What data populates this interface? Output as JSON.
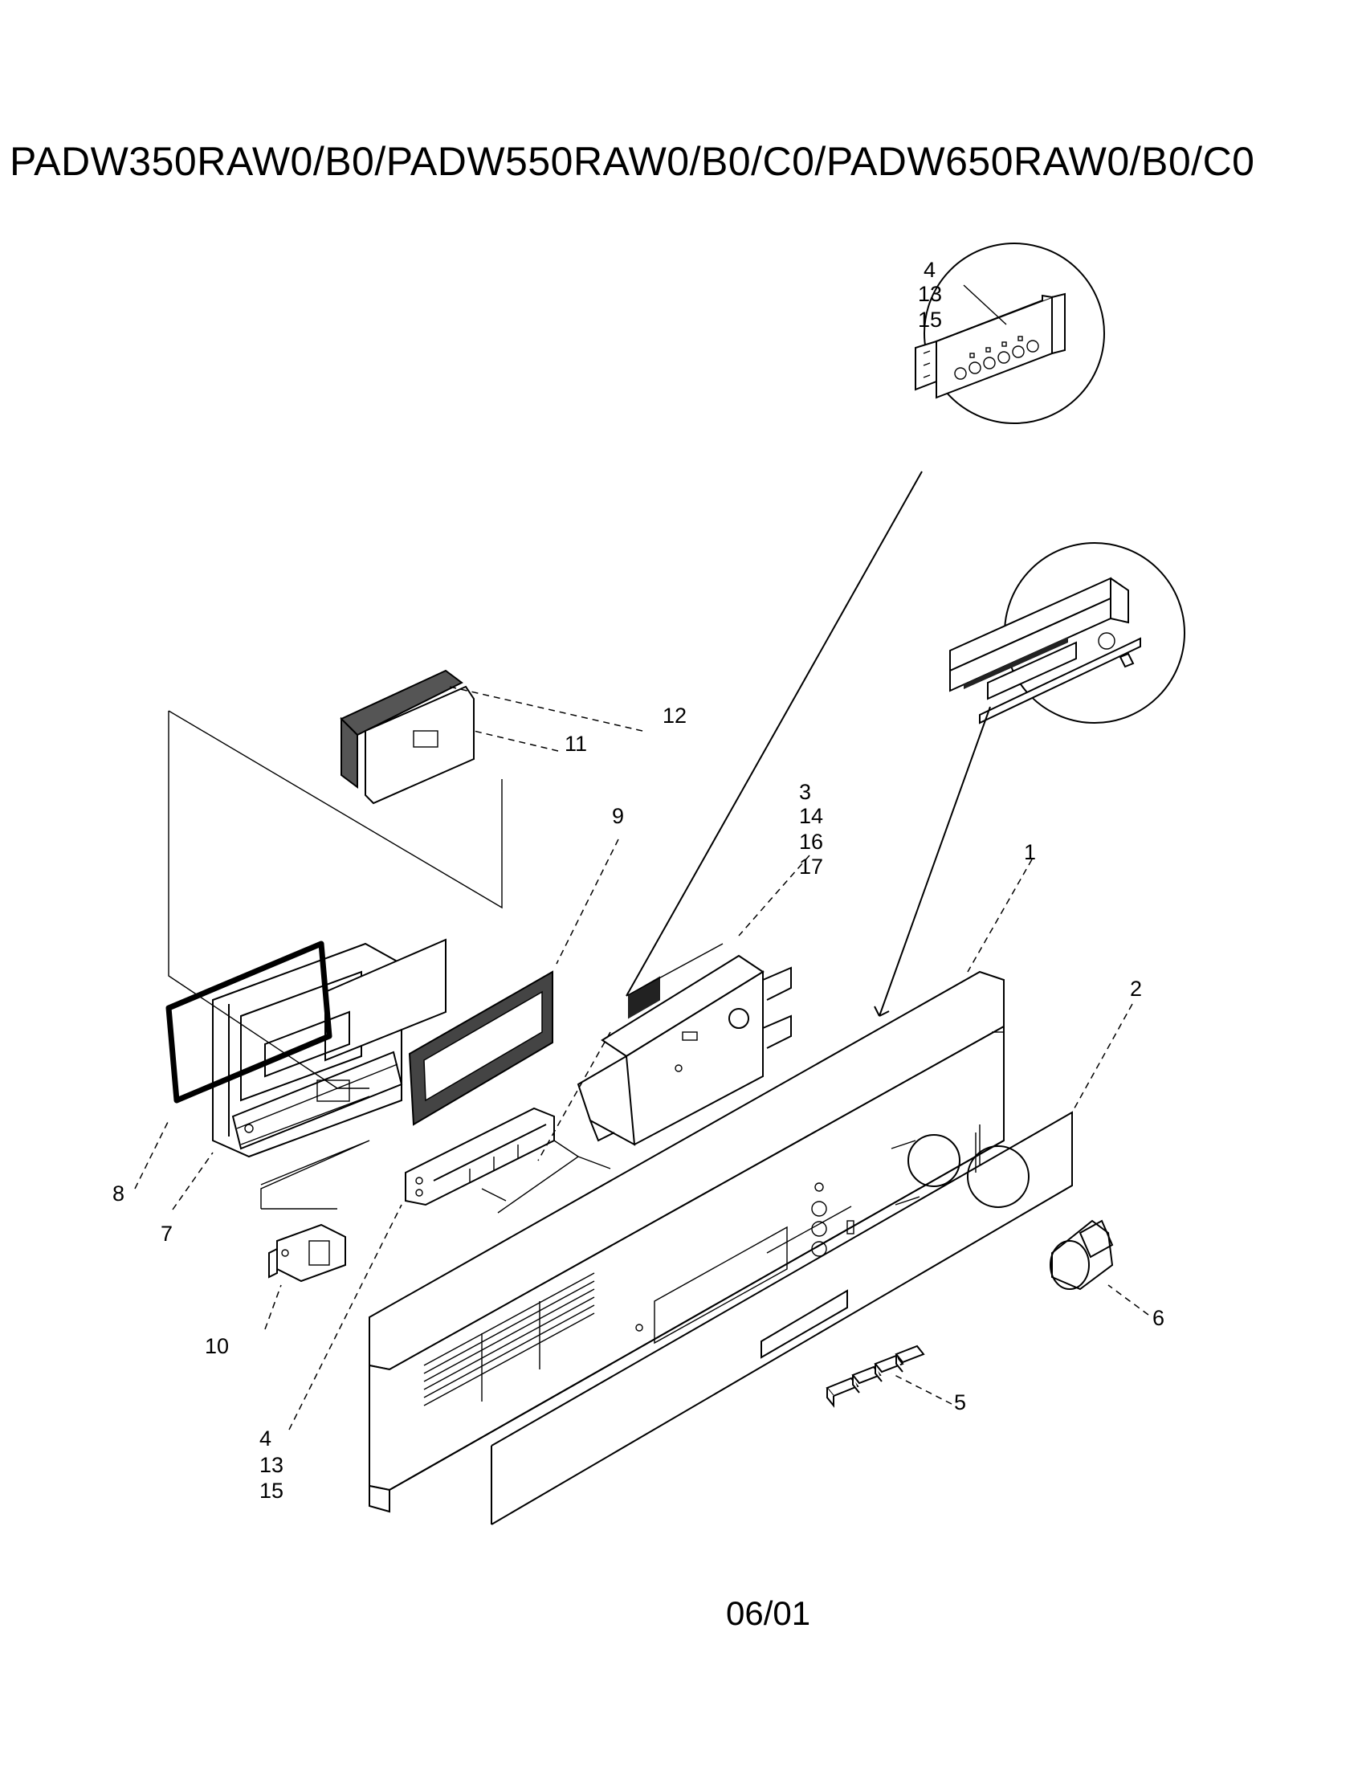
{
  "title": "PADW350RAW0/B0/PADW550RAW0/B0/C0/PADW650RAW0/B0/C0",
  "footer_date": "06/01",
  "callouts": {
    "c1": "1",
    "c2": "2",
    "c3": "3",
    "c14": "14",
    "c16": "16",
    "c17": "17",
    "c4_top": "4",
    "c13_top": "13",
    "c15_top": "15",
    "c4_bot": "4",
    "c13_bot": "13",
    "c15_bot": "15",
    "c5": "5",
    "c6": "6",
    "c7": "7",
    "c8": "8",
    "c9": "9",
    "c10": "10",
    "c11": "11",
    "c12": "12"
  }
}
